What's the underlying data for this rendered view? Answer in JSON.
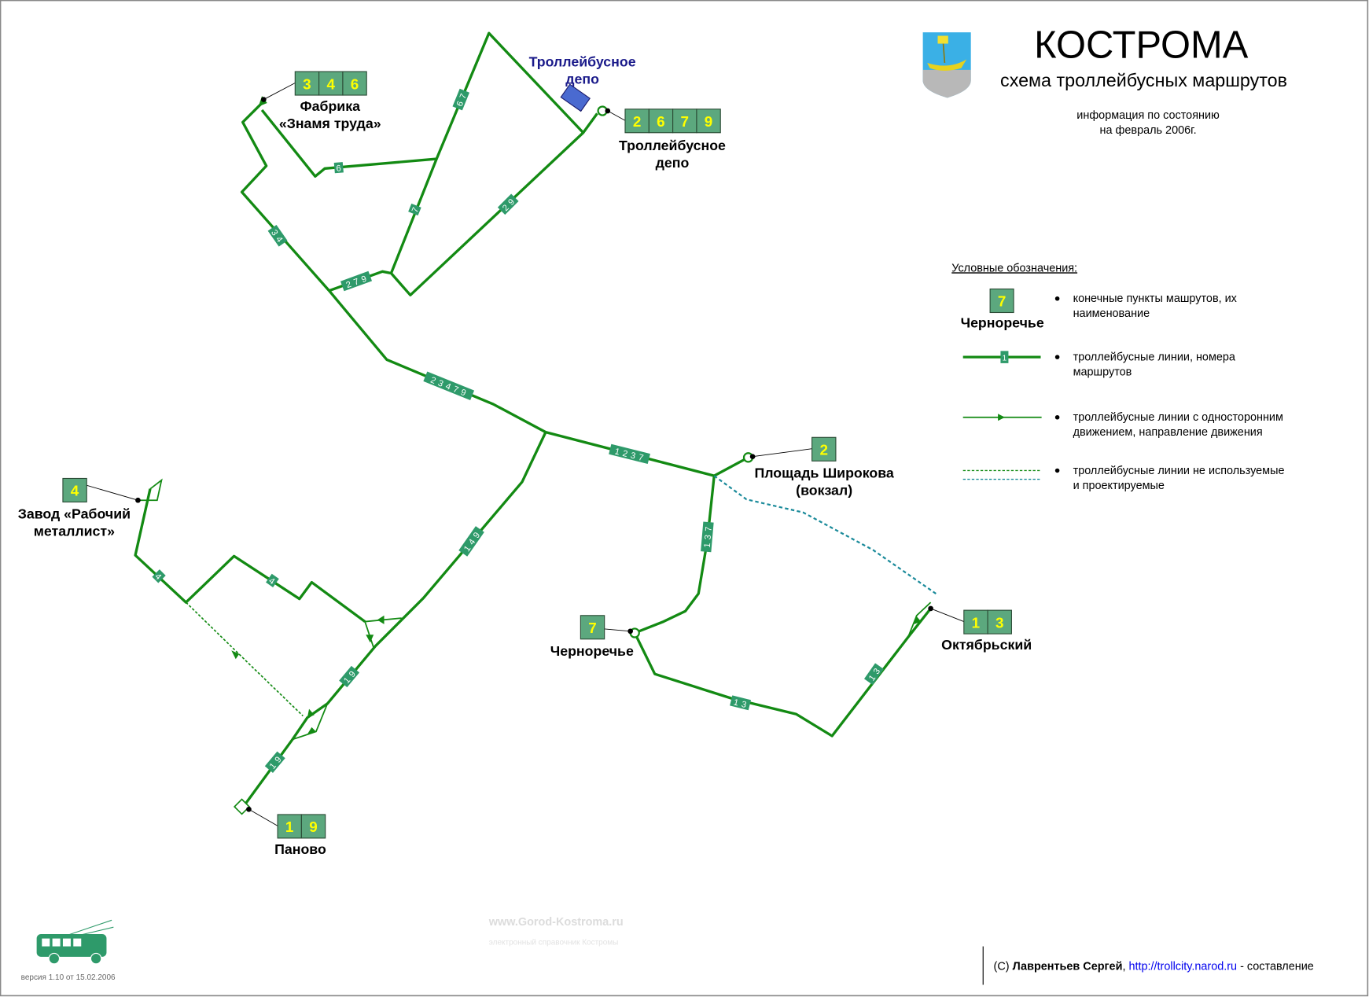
{
  "header": {
    "title": "КОСТРОМА",
    "subtitle": "схема троллейбусных маршрутов",
    "info_line1": "информация по состоянию",
    "info_line2": "на февраль 2006г."
  },
  "watermark": {
    "main": "www.Gorod-Kostroma.ru",
    "sub": "электронный справочник Костромы"
  },
  "depot_label": {
    "line1": "Троллейбусное",
    "line2": "депо"
  },
  "terminals": [
    {
      "routes": [
        "3",
        "4",
        "6"
      ],
      "name_line1": "Фабрика",
      "name_line2": "«Знамя труда»"
    },
    {
      "routes": [
        "2",
        "6",
        "7",
        "9"
      ],
      "name_line1": "Троллейбусное",
      "name_line2": "депо"
    },
    {
      "routes": [
        "2"
      ],
      "name_line1": "Площадь Широкова",
      "name_line2": "(вокзал)"
    },
    {
      "routes": [
        "4"
      ],
      "name_line1": "Завод «Рабочий",
      "name_line2": "металлист»"
    },
    {
      "routes": [
        "7"
      ],
      "name_line1": "Черноречье"
    },
    {
      "routes": [
        "1",
        "3"
      ],
      "name_line1": "Октябрьский"
    },
    {
      "routes": [
        "1",
        "9"
      ],
      "name_line1": "Паново"
    }
  ],
  "route_labels": [
    "3 4",
    "6",
    "6 7",
    "7",
    "2 9",
    "2 7 9",
    "2 3 4 7 9",
    "1 2 3 7",
    "1 4 9",
    "1 3 7",
    "4",
    "4",
    "1 9",
    "1 9",
    "1 3",
    "1 3"
  ],
  "legend": {
    "title": "Условные обозначения:",
    "sample_route": "7",
    "sample_name": "Черноречье",
    "sample_line_label": "1",
    "items": [
      {
        "line1": "конечные пункты машрутов, их",
        "line2": "наименование"
      },
      {
        "line1": "троллейбусные линии, номера",
        "line2": "маршрутов"
      },
      {
        "line1": "троллейбусные линии с односторонним",
        "line2": "движением, направление движения"
      },
      {
        "line1": "троллейбусные линии не используемые",
        "line2": "и проектируемые"
      }
    ]
  },
  "footer": {
    "version": "версия 1.10 от 15.02.2006",
    "copyright_prefix": "(C) ",
    "author": "Лаврентьев Сергей",
    "sep": ", ",
    "link": "http://trollcity.narod.ru",
    "suffix": " - составление"
  },
  "colors": {
    "line": "#138a13",
    "terminal_box": "#5ca87e",
    "route_label": "#2e9a6a",
    "unused_teal": "#1a8a9a",
    "link": "#0000ee",
    "depot_title": "#1a1a8a"
  }
}
